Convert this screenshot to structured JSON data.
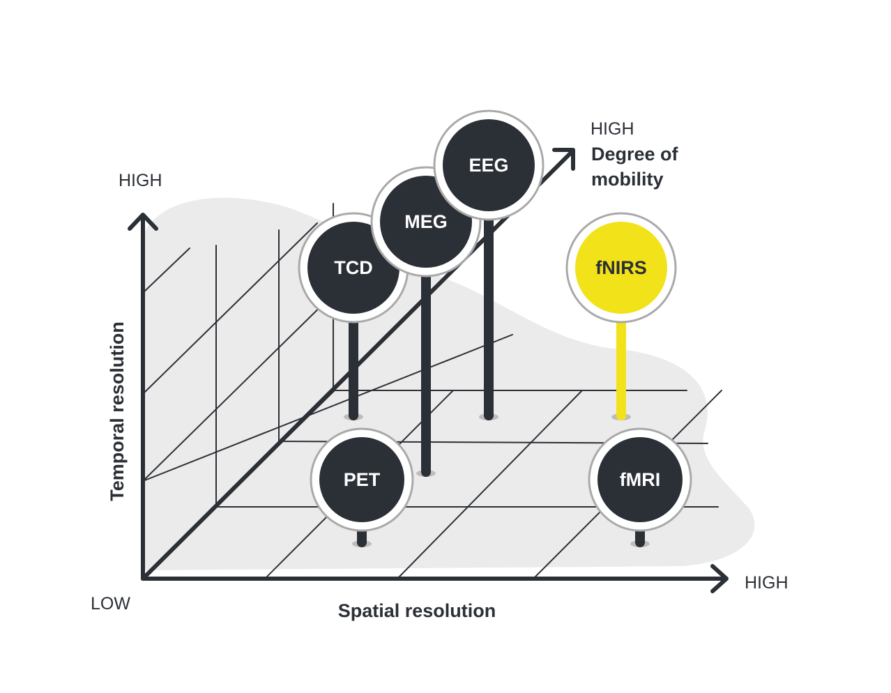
{
  "axes": {
    "x": {
      "label": "Spatial resolution",
      "low_label": "LOW",
      "high_label": "HIGH"
    },
    "y": {
      "label": "Temporal resolution",
      "high_label": "HIGH"
    },
    "z": {
      "label_line1": "Degree of",
      "label_line2": "mobility",
      "high_label": "HIGH"
    }
  },
  "colors": {
    "dark": "#2b2f36",
    "highlight": "#f2e21a",
    "blob": "#ebebeb",
    "ring": "#ffffff",
    "ring_border": "#a9a9a9"
  },
  "techniques": [
    {
      "id": "eeg",
      "label": "EEG",
      "color": "dark"
    },
    {
      "id": "meg",
      "label": "MEG",
      "color": "dark"
    },
    {
      "id": "tcd",
      "label": "TCD",
      "color": "dark"
    },
    {
      "id": "fnirs",
      "label": "fNIRS",
      "color": "highlight"
    },
    {
      "id": "pet",
      "label": "PET",
      "color": "dark"
    },
    {
      "id": "fmri",
      "label": "fMRI",
      "color": "dark"
    }
  ]
}
